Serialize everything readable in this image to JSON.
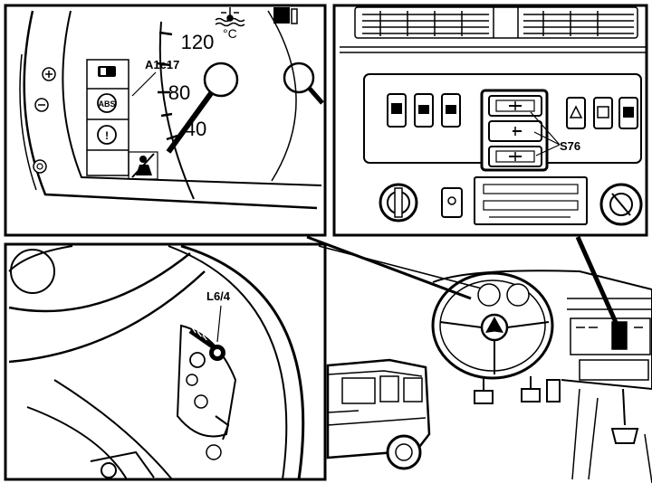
{
  "panels": {
    "instrument_cluster": {
      "gauge_ticks": [
        "120",
        "80",
        "40"
      ],
      "unit": "°C",
      "callout": "A1e17"
    },
    "switch_panel": {
      "callout": "S76"
    },
    "steering_column": {
      "callout": "L6/4"
    },
    "overview": {}
  },
  "colors": {
    "ink": "#000000",
    "paper": "#ffffff"
  },
  "icons": [
    "coolant-temperature-icon",
    "battery-icon",
    "brake-warning-icon",
    "abs-icon",
    "seatbelt-icon",
    "fuel-icon"
  ]
}
